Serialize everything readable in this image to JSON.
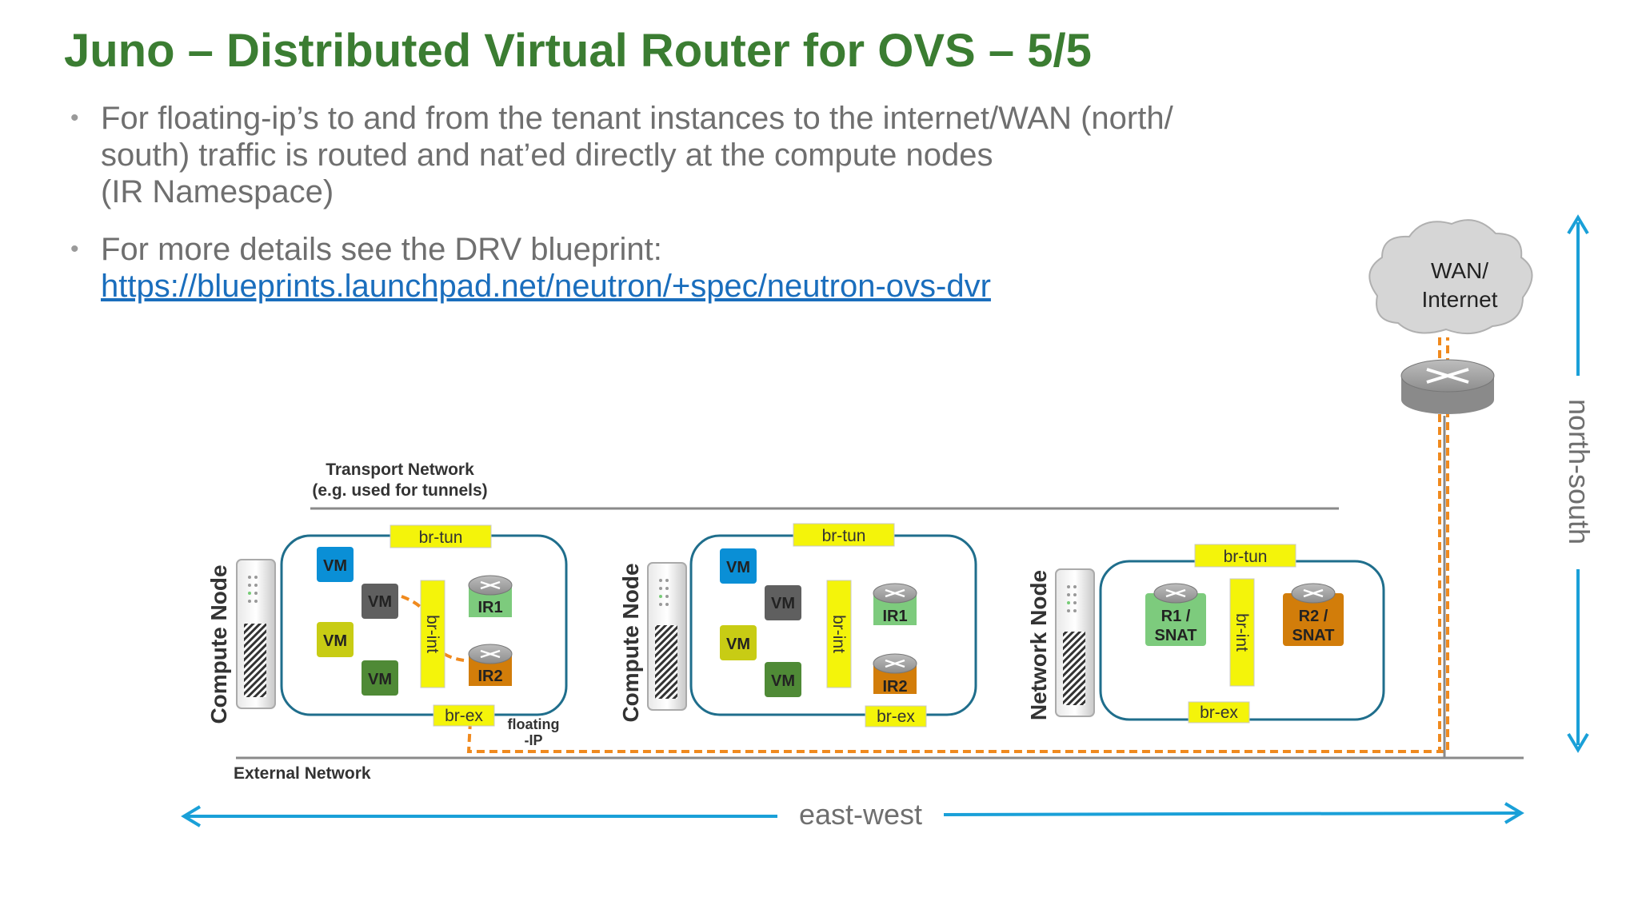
{
  "title": "Juno – Distributed Virtual Router for OVS – 5/5",
  "bullets": [
    {
      "text_lines": [
        "For floating-ip’s to and from the tenant instances to the internet/WAN (north/",
        "south) traffic is routed and nat’ed directly at the compute nodes",
        "(IR Namespace)"
      ]
    },
    {
      "text_lines": [
        "For more details see the DRV blueprint:"
      ],
      "link": "https://blueprints.launchpad.net/neutron/+spec/neutron-ovs-dvr"
    }
  ],
  "diagram": {
    "transport_network_label": [
      "Transport Network",
      "(e.g. used for tunnels)"
    ],
    "external_network_label": "External Network",
    "east_west_label": "east-west",
    "north_south_label": "north-south",
    "wan_label": [
      "WAN/",
      "Internet"
    ],
    "floating_ip_label": [
      "floating",
      "-IP"
    ],
    "nodes": [
      {
        "label": "Compute Node",
        "br_tun": "br-tun",
        "br_int": "br-int",
        "br_ex": "br-ex",
        "vms": [
          "VM",
          "VM",
          "VM",
          "VM"
        ],
        "routers": [
          "IR1",
          "IR2"
        ]
      },
      {
        "label": "Compute Node",
        "br_tun": "br-tun",
        "br_int": "br-int",
        "br_ex": "br-ex",
        "vms": [
          "VM",
          "VM",
          "VM",
          "VM"
        ],
        "routers": [
          "IR1",
          "IR2"
        ]
      },
      {
        "label": "Network Node",
        "br_tun": "br-tun",
        "br_int": "br-int",
        "br_ex": "br-ex",
        "routers": [
          [
            "R1 /",
            "SNAT"
          ],
          [
            "R2 /",
            "SNAT"
          ]
        ]
      }
    ],
    "colors": {
      "title_green": "#3b7d32",
      "vm_blue": "#0a8fd6",
      "vm_gray": "#5f5f5f",
      "vm_yellow": "#c8cc14",
      "vm_green": "#4f8a36",
      "router_green": "#7dcb7d",
      "router_orange": "#d27d0a",
      "bridge_yellow": "#f4f40a",
      "node_border": "#1f6e8c",
      "arrow_blue": "#1aa0d8",
      "flow_orange": "#f08a1e"
    }
  }
}
